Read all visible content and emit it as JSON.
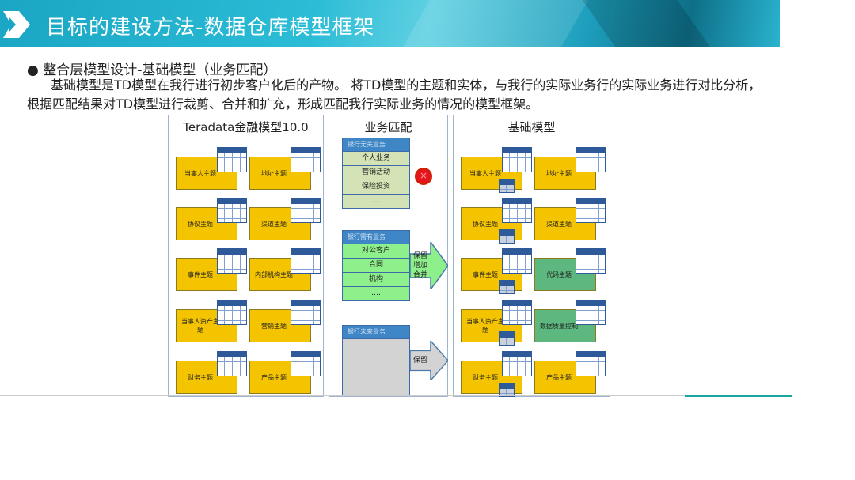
{
  "header": {
    "title": "目标的建设方法-数据仓库模型框架"
  },
  "content": {
    "bullet": "整合层模型设计-基础模型（业务匹配）",
    "paragraph": "基础模型是TD模型在我行进行初步客户化后的产物。 将TD模型的主题和实体，与我行的实际业务行的实际业务进行对比分析，根据匹配结果对TD模型进行裁剪、合并和扩充，形成匹配我行实际业务的情况的模型框架。"
  },
  "left_panel": {
    "title": "Teradata金融模型10.0",
    "cards": [
      "当事人主题",
      "地址主题",
      "协议主题",
      "渠道主题",
      "事件主题",
      "内部机构主题",
      "当事人资产主题",
      "营销主题",
      "财务主题",
      "产品主题"
    ]
  },
  "middle_panel": {
    "title": "业务匹配",
    "groups": [
      {
        "header": "银行无关业务",
        "items": [
          "个人业务",
          "营销活动",
          "保险投资",
          "……"
        ],
        "action": "×"
      },
      {
        "header": "银行需有业务",
        "items": [
          "对公客户",
          "合同",
          "机构",
          "……"
        ],
        "action": "保留增加合并"
      },
      {
        "header": "银行未来业务",
        "items": [],
        "action": "保留"
      }
    ]
  },
  "right_panel": {
    "title": "基础模型",
    "cards": [
      {
        "label": "当事人主题",
        "type": "yellow"
      },
      {
        "label": "地址主题",
        "type": "yellow"
      },
      {
        "label": "协议主题",
        "type": "yellow"
      },
      {
        "label": "渠道主题",
        "type": "yellow"
      },
      {
        "label": "事件主题",
        "type": "yellow"
      },
      {
        "label": "代码主题",
        "type": "green"
      },
      {
        "label": "当事人资产主题",
        "type": "yellow"
      },
      {
        "label": "数据质量控制",
        "type": "green"
      },
      {
        "label": "财务主题",
        "type": "yellow"
      },
      {
        "label": "产品主题",
        "type": "yellow"
      }
    ]
  },
  "colors": {
    "yellow": "#f5c400",
    "green": "#5cb87e",
    "item_light": "#d4e3b5",
    "item_green": "#8ef08a",
    "future": "#d3d3d3"
  }
}
